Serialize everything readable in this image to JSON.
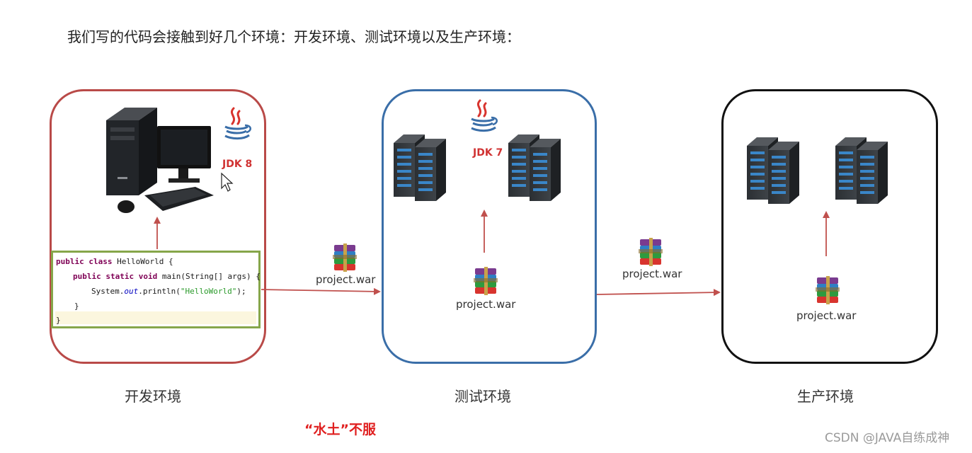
{
  "heading": "我们写的代码会接触到好几个环境：开发环境、测试环境以及生产环境：",
  "environments": {
    "dev": {
      "label": "开发环境",
      "jdk": "JDK 8"
    },
    "test": {
      "label": "测试环境",
      "jdk": "JDK 7",
      "war": "project.war"
    },
    "prod": {
      "label": "生产环境",
      "war": "project.war"
    }
  },
  "transfers": [
    {
      "war": "project.war"
    },
    {
      "war": "project.war"
    }
  ],
  "code": {
    "line1_kw": "public class ",
    "line1_rest": "HelloWorld {",
    "line2_kw": "public static void ",
    "line2_rest": "main(String[] args) {",
    "line3_a": "System.",
    "line3_b": "out",
    "line3_c": ".println(",
    "line3_str": "\"HelloWorld\"",
    "line3_end": ");",
    "line4": "}",
    "line5": "}"
  },
  "slogan": "“水土”不服",
  "watermark": "CSDN @JAVA自练成神",
  "colors": {
    "dev_border": "#b94a48",
    "test_border": "#3a6ea8",
    "prod_border": "#111111",
    "arrow": "#c0504d",
    "code_border": "#86a64a",
    "jdk_text": "#d03232",
    "slogan": "#e02020"
  }
}
